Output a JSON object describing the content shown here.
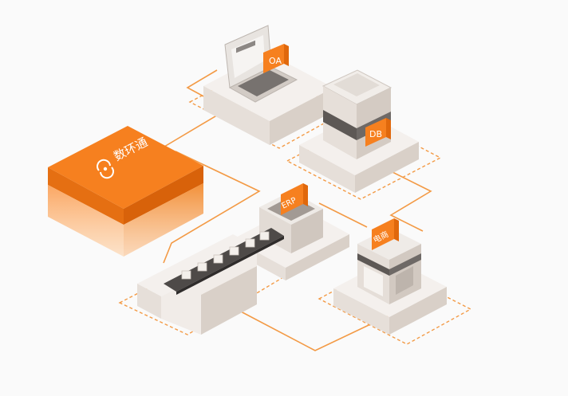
{
  "diagram": {
    "hub_label": "数环通",
    "tags": {
      "oa": "OA",
      "db": "DB",
      "erp": "ERP",
      "ecommerce": "电商"
    }
  },
  "colors": {
    "orange": "#f6801f",
    "orange_dark": "#e0680c",
    "orange_light": "#fba25a",
    "line": "#f39a45",
    "block_top": "#f4f0ed",
    "block_left": "#e6dfd9",
    "block_right": "#d9d0c8",
    "background": "#fafafa"
  },
  "icons": {
    "hub_logo": "sync-cloud-icon",
    "oa": "laptop-icon",
    "db": "server-rack-icon",
    "erp": "conveyor-icon",
    "ecommerce": "storefront-icon"
  }
}
